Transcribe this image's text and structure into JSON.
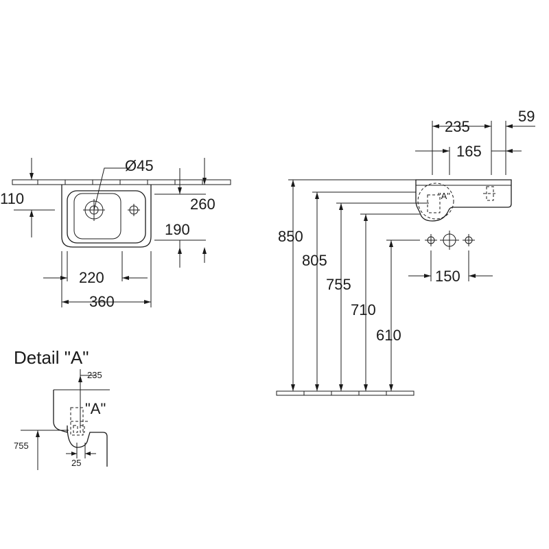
{
  "top_view": {
    "dia_hole": "Ø45",
    "dim_110": "110",
    "dim_260": "260",
    "dim_190": "190",
    "dim_220": "220",
    "dim_360": "360"
  },
  "side_view": {
    "dim_235": "235",
    "dim_59": "59",
    "dim_165": "165",
    "dim_850": "850",
    "dim_805": "805",
    "dim_755": "755",
    "dim_710": "710",
    "dim_610": "610",
    "dim_150": "150",
    "detail_marker": "\"A\""
  },
  "detail": {
    "title": "Detail \"A\"",
    "dim_235": "235",
    "marker": "\"A\"",
    "dim_755": "755",
    "dim_25": "25"
  }
}
